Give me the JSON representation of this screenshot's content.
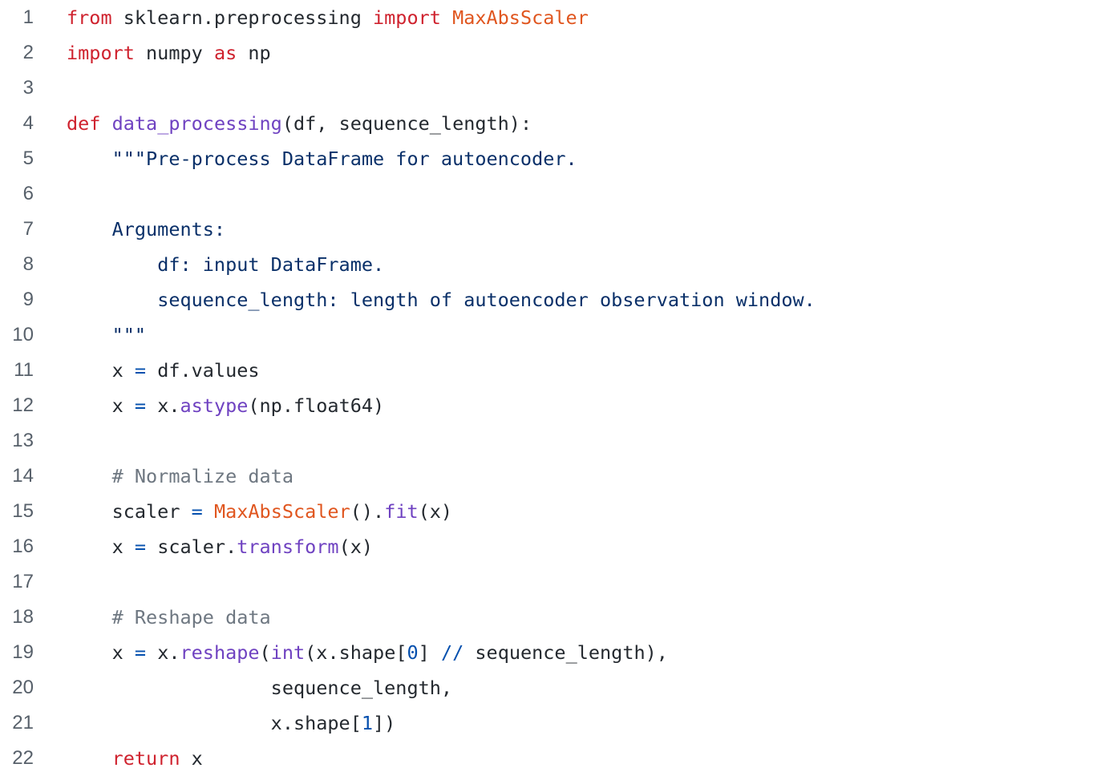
{
  "colors": {
    "keyword": "#cf222e",
    "class_name": "#e0561f",
    "function_name": "#6f42c1",
    "string": "#0a3069",
    "comment": "#6e7781",
    "number": "#0550ae",
    "operator": "#0550ae",
    "text": "#24292f",
    "line_number": "#57606a",
    "background": "#ffffff"
  },
  "code": {
    "lines": [
      {
        "num": "1",
        "tokens": [
          {
            "t": "kw",
            "v": "from"
          },
          {
            "t": "plain",
            "v": " sklearn.preprocessing "
          },
          {
            "t": "kw",
            "v": "import"
          },
          {
            "t": "plain",
            "v": " "
          },
          {
            "t": "cls",
            "v": "MaxAbsScaler"
          }
        ]
      },
      {
        "num": "2",
        "tokens": [
          {
            "t": "kw",
            "v": "import"
          },
          {
            "t": "plain",
            "v": " numpy "
          },
          {
            "t": "kw",
            "v": "as"
          },
          {
            "t": "plain",
            "v": " np"
          }
        ]
      },
      {
        "num": "3",
        "tokens": []
      },
      {
        "num": "4",
        "tokens": [
          {
            "t": "kw",
            "v": "def"
          },
          {
            "t": "plain",
            "v": " "
          },
          {
            "t": "fn",
            "v": "data_processing"
          },
          {
            "t": "plain",
            "v": "(df, sequence_length):"
          }
        ]
      },
      {
        "num": "5",
        "tokens": [
          {
            "t": "plain",
            "v": "    "
          },
          {
            "t": "str",
            "v": "\"\"\"Pre-process DataFrame for autoencoder."
          }
        ]
      },
      {
        "num": "6",
        "tokens": []
      },
      {
        "num": "7",
        "tokens": [
          {
            "t": "plain",
            "v": "    "
          },
          {
            "t": "str",
            "v": "Arguments:"
          }
        ]
      },
      {
        "num": "8",
        "tokens": [
          {
            "t": "plain",
            "v": "        "
          },
          {
            "t": "str",
            "v": "df: input DataFrame."
          }
        ]
      },
      {
        "num": "9",
        "tokens": [
          {
            "t": "plain",
            "v": "        "
          },
          {
            "t": "str",
            "v": "sequence_length: length of autoencoder observation window."
          }
        ]
      },
      {
        "num": "10",
        "tokens": [
          {
            "t": "plain",
            "v": "    "
          },
          {
            "t": "str",
            "v": "\"\"\""
          }
        ]
      },
      {
        "num": "11",
        "tokens": [
          {
            "t": "plain",
            "v": "    x "
          },
          {
            "t": "op",
            "v": "="
          },
          {
            "t": "plain",
            "v": " df.values"
          }
        ]
      },
      {
        "num": "12",
        "tokens": [
          {
            "t": "plain",
            "v": "    x "
          },
          {
            "t": "op",
            "v": "="
          },
          {
            "t": "plain",
            "v": " x."
          },
          {
            "t": "fn",
            "v": "astype"
          },
          {
            "t": "plain",
            "v": "(np.float64)"
          }
        ]
      },
      {
        "num": "13",
        "tokens": []
      },
      {
        "num": "14",
        "tokens": [
          {
            "t": "plain",
            "v": "    "
          },
          {
            "t": "cmt",
            "v": "# Normalize data"
          }
        ]
      },
      {
        "num": "15",
        "tokens": [
          {
            "t": "plain",
            "v": "    scaler "
          },
          {
            "t": "op",
            "v": "="
          },
          {
            "t": "plain",
            "v": " "
          },
          {
            "t": "cls",
            "v": "MaxAbsScaler"
          },
          {
            "t": "plain",
            "v": "()."
          },
          {
            "t": "fn",
            "v": "fit"
          },
          {
            "t": "plain",
            "v": "(x)"
          }
        ]
      },
      {
        "num": "16",
        "tokens": [
          {
            "t": "plain",
            "v": "    x "
          },
          {
            "t": "op",
            "v": "="
          },
          {
            "t": "plain",
            "v": " scaler."
          },
          {
            "t": "fn",
            "v": "transform"
          },
          {
            "t": "plain",
            "v": "(x)"
          }
        ]
      },
      {
        "num": "17",
        "tokens": []
      },
      {
        "num": "18",
        "tokens": [
          {
            "t": "plain",
            "v": "    "
          },
          {
            "t": "cmt",
            "v": "# Reshape data"
          }
        ]
      },
      {
        "num": "19",
        "tokens": [
          {
            "t": "plain",
            "v": "    x "
          },
          {
            "t": "op",
            "v": "="
          },
          {
            "t": "plain",
            "v": " x."
          },
          {
            "t": "fn",
            "v": "reshape"
          },
          {
            "t": "plain",
            "v": "("
          },
          {
            "t": "fn",
            "v": "int"
          },
          {
            "t": "plain",
            "v": "(x.shape["
          },
          {
            "t": "num",
            "v": "0"
          },
          {
            "t": "plain",
            "v": "] "
          },
          {
            "t": "op",
            "v": "//"
          },
          {
            "t": "plain",
            "v": " sequence_length),"
          }
        ]
      },
      {
        "num": "20",
        "tokens": [
          {
            "t": "plain",
            "v": "                  sequence_length,"
          }
        ]
      },
      {
        "num": "21",
        "tokens": [
          {
            "t": "plain",
            "v": "                  x.shape["
          },
          {
            "t": "num",
            "v": "1"
          },
          {
            "t": "plain",
            "v": "])"
          }
        ]
      },
      {
        "num": "22",
        "tokens": [
          {
            "t": "plain",
            "v": "    "
          },
          {
            "t": "kw",
            "v": "return"
          },
          {
            "t": "plain",
            "v": " x"
          }
        ]
      }
    ]
  }
}
